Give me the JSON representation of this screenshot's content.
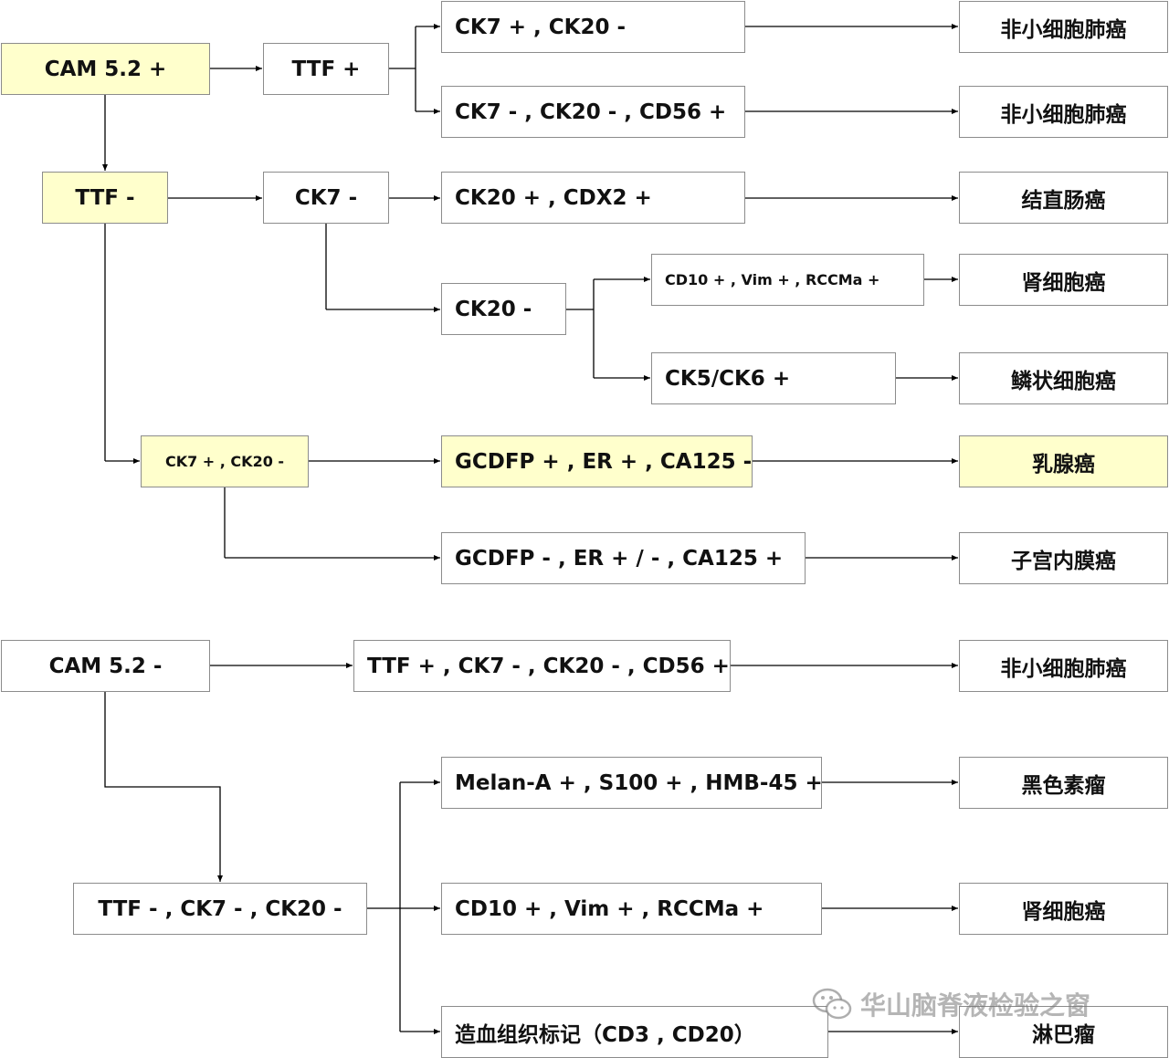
{
  "colors": {
    "highlight": "#ffffcc",
    "border": "#8c8c8c",
    "line": "#000000"
  },
  "nodes": {
    "cam_pos": "CAM 5.2 +",
    "ttf_pos": "TTF +",
    "ck7p_ck20n": "CK7 + , CK20 -",
    "ck7n_ck20n_cd56p": "CK7 - , CK20 - , CD56 +",
    "ttf_neg": "TTF -",
    "ck7_neg": "CK7 -",
    "ck20p_cdx2p": "CK20 + , CDX2 +",
    "ck20_neg": "CK20 -",
    "cd10_vim_rccma_small": "CD10 + , Vim + ,  RCCMa +",
    "ck5ck6": "CK5/CK6 +",
    "ck7p_ck20n_small": "CK7 + , CK20 -",
    "gcdfp_pos": "GCDFP + , ER + , CA125 -",
    "gcdfp_neg": "GCDFP - , ER + / - , CA125 +",
    "cam_neg": "CAM 5.2  -",
    "ttfp_ck7n_ck20n_cd56p": "TTF + , CK7 - , CK20 - , CD56 +",
    "ttfn_ck7n_ck20n": "TTF - , CK7 - , CK20 -",
    "melan": "Melan-A + , S100 + , HMB-45 +",
    "cd10_vim_rccma": "CD10 + , Vim + , RCCMa +",
    "heme": "造血组织标记（CD3 , CD20）"
  },
  "results": {
    "nsclc_1": "非小细胞肺癌",
    "nsclc_2": "非小细胞肺癌",
    "colorectal": "结直肠癌",
    "renal_1": "肾细胞癌",
    "squamous": "鳞状细胞癌",
    "breast": "乳腺癌",
    "endometrial": "子宫内膜癌",
    "nsclc_3": "非小细胞肺癌",
    "melanoma": "黑色素瘤",
    "renal_2": "肾细胞癌",
    "lymphoma": "淋巴瘤"
  },
  "watermark": {
    "text": "华山脑脊液检验之窗",
    "icon": "wechat-icon"
  }
}
